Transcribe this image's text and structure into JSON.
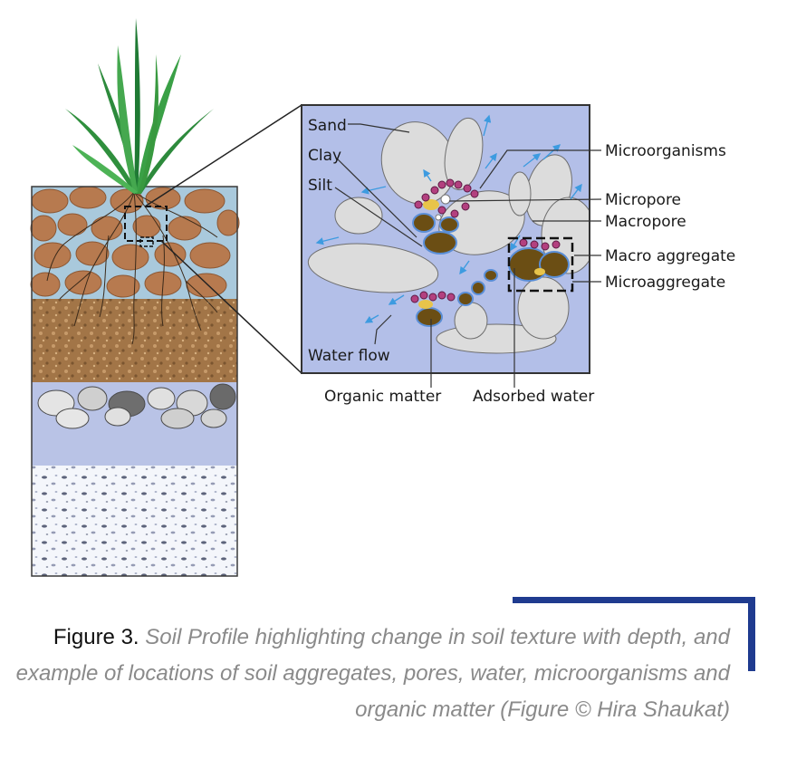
{
  "labels": {
    "sand": "Sand",
    "clay": "Clay",
    "silt": "Silt",
    "water_flow": "Water flow",
    "microorganisms": "Microorganisms",
    "micropore": "Micropore",
    "macropore": "Macropore",
    "macro_aggregate": "Macro aggregate",
    "microaggregate": "Microaggregate",
    "organic_matter": "Organic matter",
    "adsorbed_water": "Adsorbed water"
  },
  "caption": {
    "figure_number": "Figure 3.",
    "text": " Soil Profile highlighting change in soil texture with depth, and example of locations of soil aggregates, pores, water, microorganisms and organic matter (Figure © Hira Shaukat)"
  },
  "colors": {
    "topsoil": "#b77a4f",
    "subsoil": "#a27547",
    "water_zone": "#b9c3e6",
    "inset_background": "#b3bfe8",
    "sand_grain": "#dcdcdc",
    "organic_matter": "#6b4e14",
    "microorganisms": "#b3407f",
    "caption_accent": "#1f3b8f"
  }
}
